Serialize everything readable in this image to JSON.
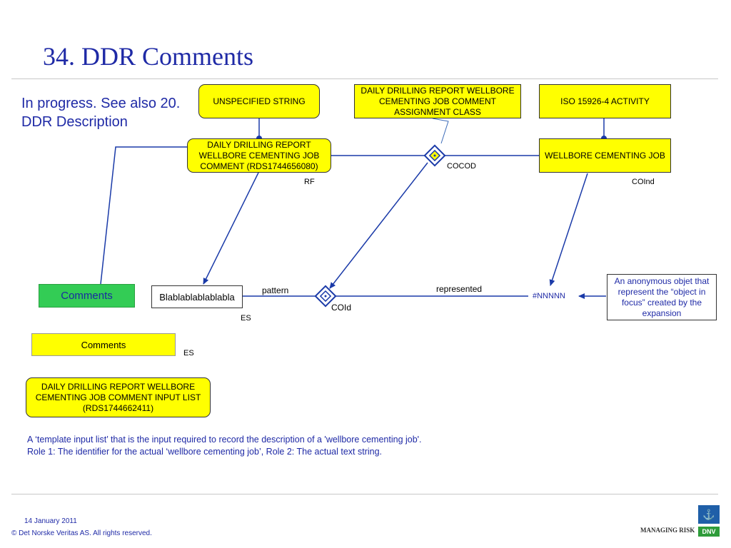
{
  "slide": {
    "title": "34. DDR  Comments",
    "intro": "In progress. See also 20. DDR Description"
  },
  "boxes": {
    "unspecified_string": "UNSPECIFIED STRING",
    "assignment_class": "DAILY DRILLING REPORT WELLBORE CEMENTING JOB COMMENT ASSIGNMENT CLASS",
    "iso_activity": "ISO 15926-4 ACTIVITY",
    "ddr_comment": "DAILY DRILLING REPORT WELLBORE CEMENTING JOB COMMENT (RDS1744656080)",
    "wellbore_cementing_job": "WELLBORE CEMENTING JOB",
    "comments_green": "Comments",
    "blabla": "Blablablablablabla",
    "anonymous_note": "An anonymous objet that represent the “object in focus” created by the expansion",
    "comments_yellow": "Comments",
    "input_list": "DAILY DRILLING REPORT WELLBORE CEMENTING JOB COMMENT INPUT LIST (RDS1744662411)"
  },
  "labels": {
    "cocod": "COCOD",
    "rf": "RF",
    "coind": "COInd",
    "pattern": "pattern",
    "represented": "represented",
    "nnnnn": "#NNNNN",
    "coid": "COId",
    "es1": "ES",
    "es2": "ES"
  },
  "note": "A ‘template input list’ that is the input required to record the description of a 'wellbore cementing job'. Role 1: The identifier for the actual ‘wellbore cementing job’, Role 2: The actual text string.",
  "footer": {
    "date": "14 January 2011",
    "copyright": "© Det Norske Veritas AS. All rights reserved.",
    "tagline": "MANAGING RISK",
    "logo_text": "DNV"
  },
  "colors": {
    "title_blue": "#1f2aa6",
    "line_blue": "#1a3aa8",
    "yellow": "#ffff00",
    "green": "#33cc55"
  }
}
